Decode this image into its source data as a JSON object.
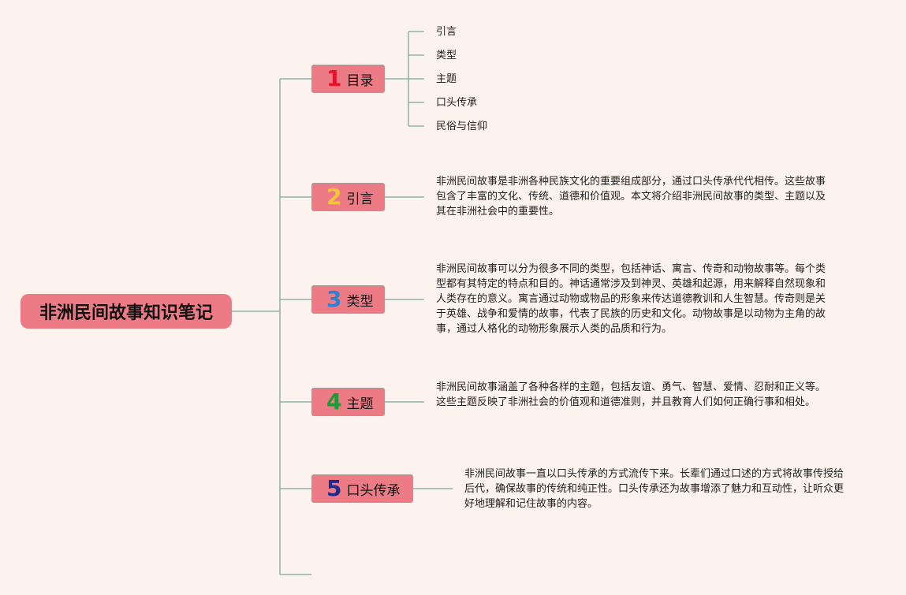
{
  "root": {
    "title": "非洲民间故事知识笔记"
  },
  "branches": [
    {
      "num": "1",
      "num_color": "#e5122c",
      "label": "目录"
    },
    {
      "num": "2",
      "num_color": "#f3c33c",
      "label": "引言"
    },
    {
      "num": "3",
      "num_color": "#2f7fd1",
      "label": "类型"
    },
    {
      "num": "4",
      "num_color": "#1e9a36",
      "label": "主题"
    },
    {
      "num": "5",
      "num_color": "#1d2a8c",
      "label": "口头传承"
    }
  ],
  "toc": [
    "引言",
    "类型",
    "主题",
    "口头传承",
    "民俗与信仰"
  ],
  "paragraphs": {
    "intro": "非洲民间故事是非洲各种民族文化的重要组成部分，通过口头传承代代相传。这些故事包含了丰富的文化、传统、道德和价值观。本文将介绍非洲民间故事的类型、主题以及其在非洲社会中的重要性。",
    "types": "非洲民间故事可以分为很多不同的类型，包括神话、寓言、传奇和动物故事等。每个类型都有其特定的特点和目的。神话通常涉及到神灵、英雄和起源，用来解释自然现象和人类存在的意义。寓言通过动物或物品的形象来传达道德教训和人生智慧。传奇则是关于英雄、战争和爱情的故事，代表了民族的历史和文化。动物故事是以动物为主角的故事，通过人格化的动物形象展示人类的品质和行为。",
    "themes": "非洲民间故事涵盖了各种各样的主题，包括友谊、勇气、智慧、爱情、忍耐和正义等。这些主题反映了非洲社会的价值观和道德准则，并且教育人们如何正确行事和相处。",
    "oral": "非洲民间故事一直以口头传承的方式流传下来。长辈们通过口述的方式将故事传授给后代，确保故事的传统和纯正性。口头传承还为故事增添了魅力和互动性，让听众更好地理解和记住故事的内容。"
  },
  "colors": {
    "background": "#fdf3ee",
    "node_fill": "#ec7b86",
    "connector": "#7aa99a"
  }
}
